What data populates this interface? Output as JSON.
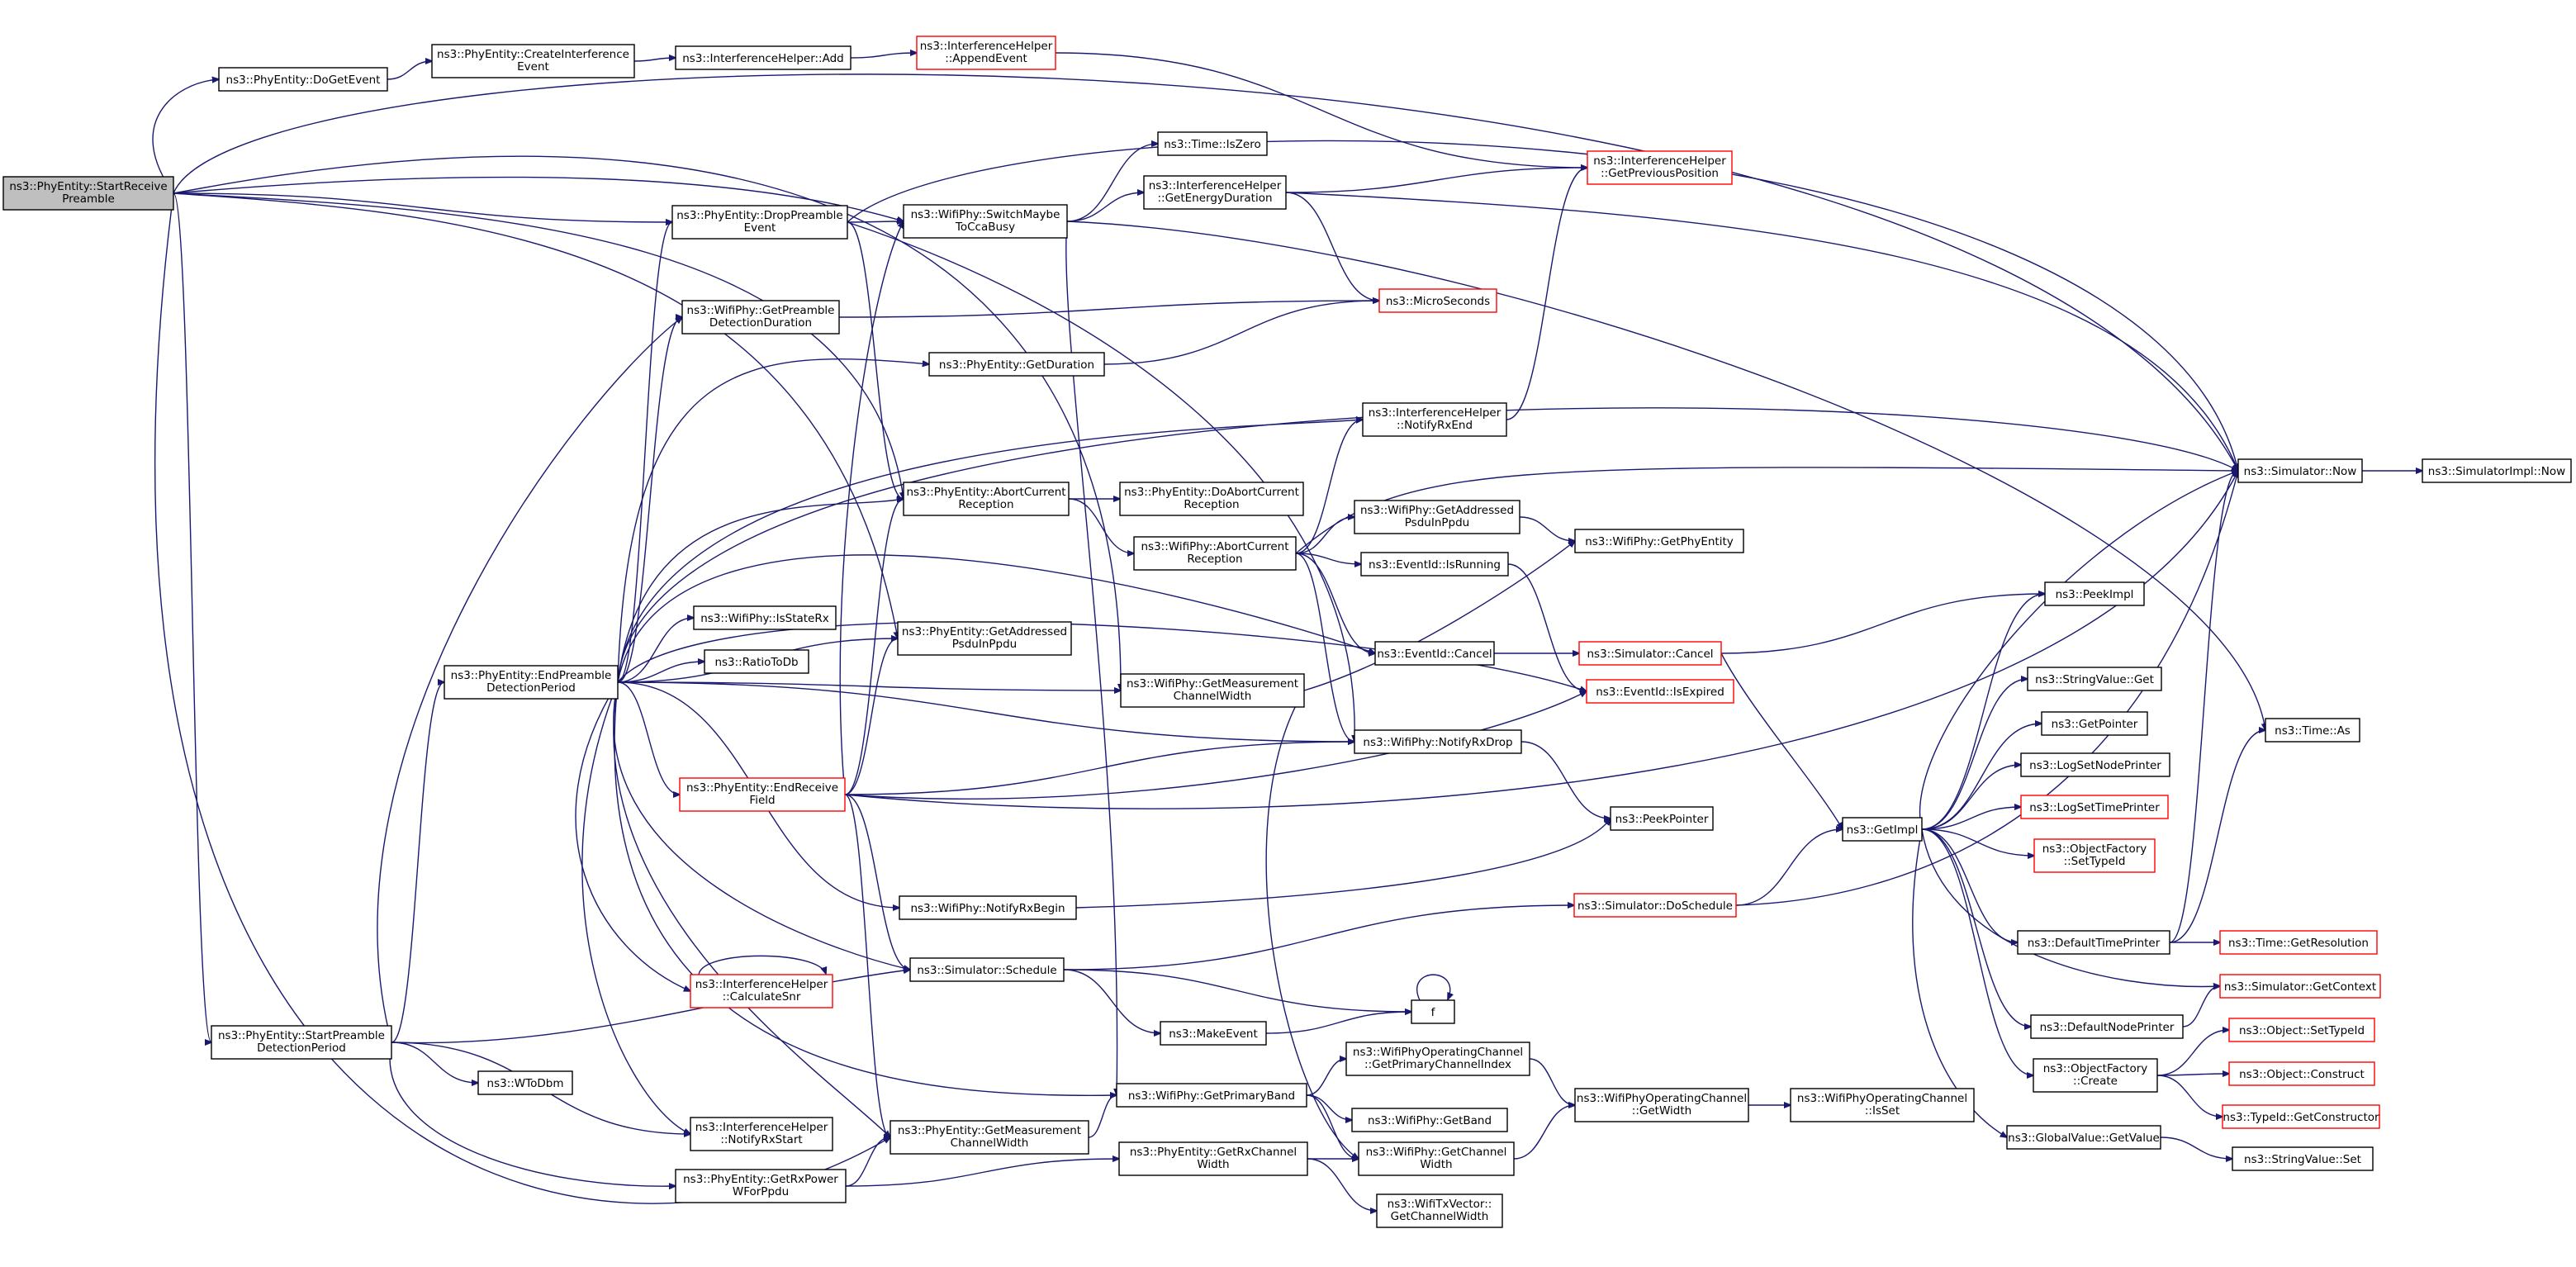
{
  "colors": {
    "edge": "#191970",
    "node_border": "#000000",
    "unresolved_border": "#ff0000",
    "root_fill": "#bfbfbf"
  },
  "nodes": {
    "start_receive_preamble": {
      "lines": [
        "ns3::PhyEntity::StartReceive",
        "Preamble"
      ],
      "style": "root"
    },
    "do_get_event": {
      "lines": [
        "ns3::PhyEntity::DoGetEvent"
      ],
      "style": "normal"
    },
    "create_interference_event": {
      "lines": [
        "ns3::PhyEntity::CreateInterference",
        "Event"
      ],
      "style": "normal"
    },
    "ih_add": {
      "lines": [
        "ns3::InterferenceHelper::Add"
      ],
      "style": "normal"
    },
    "ih_append_event": {
      "lines": [
        "ns3::InterferenceHelper",
        "::AppendEvent"
      ],
      "style": "red"
    },
    "ih_get_previous_position": {
      "lines": [
        "ns3::InterferenceHelper",
        "::GetPreviousPosition"
      ],
      "style": "red"
    },
    "simulator_now": {
      "lines": [
        "ns3::Simulator::Now"
      ],
      "style": "normal"
    },
    "simulator_impl_now": {
      "lines": [
        "ns3::SimulatorImpl::Now"
      ],
      "style": "normal"
    },
    "time_is_zero": {
      "lines": [
        "ns3::Time::IsZero"
      ],
      "style": "normal"
    },
    "drop_preamble_event": {
      "lines": [
        "ns3::PhyEntity::DropPreamble",
        "Event"
      ],
      "style": "normal"
    },
    "switch_maybe_to_cca_busy": {
      "lines": [
        "ns3::WifiPhy::SwitchMaybe",
        "ToCcaBusy"
      ],
      "style": "normal"
    },
    "ih_get_energy_duration": {
      "lines": [
        "ns3::InterferenceHelper",
        "::GetEnergyDuration"
      ],
      "style": "normal"
    },
    "micro_seconds": {
      "lines": [
        "ns3::MicroSeconds"
      ],
      "style": "red"
    },
    "get_preamble_detection_duration": {
      "lines": [
        "ns3::WifiPhy::GetPreamble",
        "DetectionDuration"
      ],
      "style": "normal"
    },
    "phy_get_duration": {
      "lines": [
        "ns3::PhyEntity::GetDuration"
      ],
      "style": "normal"
    },
    "ih_notify_rx_end": {
      "lines": [
        "ns3::InterferenceHelper",
        "::NotifyRxEnd"
      ],
      "style": "normal"
    },
    "abort_current_reception": {
      "lines": [
        "ns3::PhyEntity::AbortCurrent",
        "Reception"
      ],
      "style": "normal"
    },
    "do_abort_current_reception": {
      "lines": [
        "ns3::PhyEntity::DoAbortCurrent",
        "Reception"
      ],
      "style": "normal"
    },
    "wifiphy_abort_current_reception": {
      "lines": [
        "ns3::WifiPhy::AbortCurrent",
        "Reception"
      ],
      "style": "normal"
    },
    "wifiphy_get_addressed_psdu": {
      "lines": [
        "ns3::WifiPhy::GetAddressed",
        "PsduInPpdu"
      ],
      "style": "normal"
    },
    "wifiphy_get_phy_entity": {
      "lines": [
        "ns3::WifiPhy::GetPhyEntity"
      ],
      "style": "normal"
    },
    "event_id_is_running": {
      "lines": [
        "ns3::EventId::IsRunning"
      ],
      "style": "normal"
    },
    "event_id_cancel": {
      "lines": [
        "ns3::EventId::Cancel"
      ],
      "style": "normal"
    },
    "simulator_cancel": {
      "lines": [
        "ns3::Simulator::Cancel"
      ],
      "style": "red"
    },
    "peek_impl": {
      "lines": [
        "ns3::PeekImpl"
      ],
      "style": "normal"
    },
    "is_state_rx": {
      "lines": [
        "ns3::WifiPhy::IsStateRx"
      ],
      "style": "normal"
    },
    "ratio_to_db": {
      "lines": [
        "ns3::RatioToDb"
      ],
      "style": "normal"
    },
    "phy_get_addressed_psdu": {
      "lines": [
        "ns3::PhyEntity::GetAddressed",
        "PsduInPpdu"
      ],
      "style": "normal"
    },
    "end_preamble_detection_period": {
      "lines": [
        "ns3::PhyEntity::EndPreamble",
        "DetectionPeriod"
      ],
      "style": "normal"
    },
    "wifiphy_get_measurement_channel_width": {
      "lines": [
        "ns3::WifiPhy::GetMeasurement",
        "ChannelWidth"
      ],
      "style": "normal"
    },
    "event_id_is_expired": {
      "lines": [
        "ns3::EventId::IsExpired"
      ],
      "style": "red"
    },
    "string_value_get": {
      "lines": [
        "ns3::StringValue::Get"
      ],
      "style": "normal"
    },
    "get_pointer": {
      "lines": [
        "ns3::GetPointer"
      ],
      "style": "normal"
    },
    "time_as": {
      "lines": [
        "ns3::Time::As"
      ],
      "style": "normal"
    },
    "notify_rx_drop": {
      "lines": [
        "ns3::WifiPhy::NotifyRxDrop"
      ],
      "style": "normal"
    },
    "log_set_node_printer": {
      "lines": [
        "ns3::LogSetNodePrinter"
      ],
      "style": "normal"
    },
    "end_receive_field": {
      "lines": [
        "ns3::PhyEntity::EndReceive",
        "Field"
      ],
      "style": "red"
    },
    "log_set_time_printer": {
      "lines": [
        "ns3::LogSetTimePrinter"
      ],
      "style": "red"
    },
    "peek_pointer": {
      "lines": [
        "ns3::PeekPointer"
      ],
      "style": "normal"
    },
    "get_impl": {
      "lines": [
        "ns3::GetImpl"
      ],
      "style": "normal"
    },
    "object_factory_set_type_id": {
      "lines": [
        "ns3::ObjectFactory",
        "::SetTypeId"
      ],
      "style": "red"
    },
    "notify_rx_begin": {
      "lines": [
        "ns3::WifiPhy::NotifyRxBegin"
      ],
      "style": "normal"
    },
    "simulator_do_schedule": {
      "lines": [
        "ns3::Simulator::DoSchedule"
      ],
      "style": "red"
    },
    "default_time_printer": {
      "lines": [
        "ns3::DefaultTimePrinter"
      ],
      "style": "normal"
    },
    "time_get_resolution": {
      "lines": [
        "ns3::Time::GetResolution"
      ],
      "style": "red"
    },
    "ih_calculate_snr": {
      "lines": [
        "ns3::InterferenceHelper",
        "::CalculateSnr"
      ],
      "style": "red"
    },
    "simulator_schedule": {
      "lines": [
        "ns3::Simulator::Schedule"
      ],
      "style": "normal"
    },
    "f": {
      "lines": [
        "f"
      ],
      "style": "normal"
    },
    "simulator_get_context": {
      "lines": [
        "ns3::Simulator::GetContext"
      ],
      "style": "red"
    },
    "default_node_printer": {
      "lines": [
        "ns3::DefaultNodePrinter"
      ],
      "style": "normal"
    },
    "start_preamble_detection_period": {
      "lines": [
        "ns3::PhyEntity::StartPreamble",
        "DetectionPeriod"
      ],
      "style": "normal"
    },
    "make_event": {
      "lines": [
        "ns3::MakeEvent"
      ],
      "style": "normal"
    },
    "object_set_type_id": {
      "lines": [
        "ns3::Object::SetTypeId"
      ],
      "style": "red"
    },
    "get_primary_channel_index": {
      "lines": [
        "ns3::WifiPhyOperatingChannel",
        "::GetPrimaryChannelIndex"
      ],
      "style": "normal"
    },
    "object_factory_create": {
      "lines": [
        "ns3::ObjectFactory",
        "::Create"
      ],
      "style": "normal"
    },
    "object_construct": {
      "lines": [
        "ns3::Object::Construct"
      ],
      "style": "red"
    },
    "wifiphy_get_primary_band": {
      "lines": [
        "ns3::WifiPhy::GetPrimaryBand"
      ],
      "style": "normal"
    },
    "w_to_dbm": {
      "lines": [
        "ns3::WToDbm"
      ],
      "style": "normal"
    },
    "wifiphy_get_band": {
      "lines": [
        "ns3::WifiPhy::GetBand"
      ],
      "style": "normal"
    },
    "operating_channel_get_width": {
      "lines": [
        "ns3::WifiPhyOperatingChannel",
        "::GetWidth"
      ],
      "style": "normal"
    },
    "operating_channel_is_set": {
      "lines": [
        "ns3::WifiPhyOperatingChannel",
        "::IsSet"
      ],
      "style": "normal"
    },
    "type_id_get_constructor": {
      "lines": [
        "ns3::TypeId::GetConstructor"
      ],
      "style": "red"
    },
    "ih_notify_rx_start": {
      "lines": [
        "ns3::InterferenceHelper",
        "::NotifyRxStart"
      ],
      "style": "normal"
    },
    "phy_get_measurement_channel_width": {
      "lines": [
        "ns3::PhyEntity::GetMeasurement",
        "ChannelWidth"
      ],
      "style": "normal"
    },
    "global_value_get_value": {
      "lines": [
        "ns3::GlobalValue::GetValue"
      ],
      "style": "normal"
    },
    "string_value_set": {
      "lines": [
        "ns3::StringValue::Set"
      ],
      "style": "normal"
    },
    "get_rx_power_w_for_ppdu": {
      "lines": [
        "ns3::PhyEntity::GetRxPower",
        "WForPpdu"
      ],
      "style": "normal"
    },
    "get_rx_channel_width": {
      "lines": [
        "ns3::PhyEntity::GetRxChannel",
        "Width"
      ],
      "style": "normal"
    },
    "wifiphy_get_channel_width": {
      "lines": [
        "ns3::WifiPhy::GetChannel",
        "Width"
      ],
      "style": "normal"
    },
    "tx_vector_get_channel_width": {
      "lines": [
        "ns3::WifiTxVector::",
        "GetChannelWidth"
      ],
      "style": "normal"
    }
  }
}
